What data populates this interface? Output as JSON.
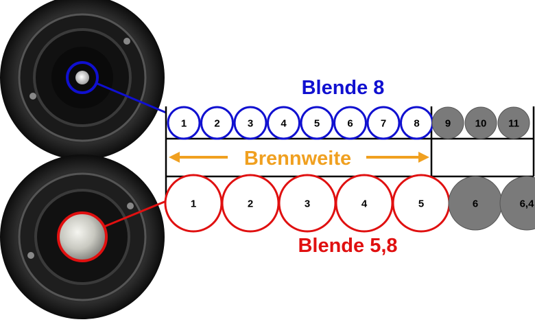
{
  "top_row": {
    "title": "Blende 8",
    "color": "#1010d0",
    "labels": [
      "1",
      "2",
      "3",
      "4",
      "5",
      "6",
      "7",
      "8"
    ],
    "overflow_labels": [
      "9",
      "10",
      "11"
    ]
  },
  "middle_row": {
    "label": "Brennweite",
    "color": "#f0a020"
  },
  "bottom_row": {
    "title": "Blende 5,8",
    "color": "#e01010",
    "labels": [
      "1",
      "2",
      "3",
      "4",
      "5"
    ],
    "overflow_labels": [
      "6",
      "6,4"
    ]
  },
  "overflow_color": "#7a7a7a",
  "lenses": [
    {
      "name": "lens-small-aperture",
      "aperture": "small"
    },
    {
      "name": "lens-large-aperture",
      "aperture": "large"
    }
  ]
}
